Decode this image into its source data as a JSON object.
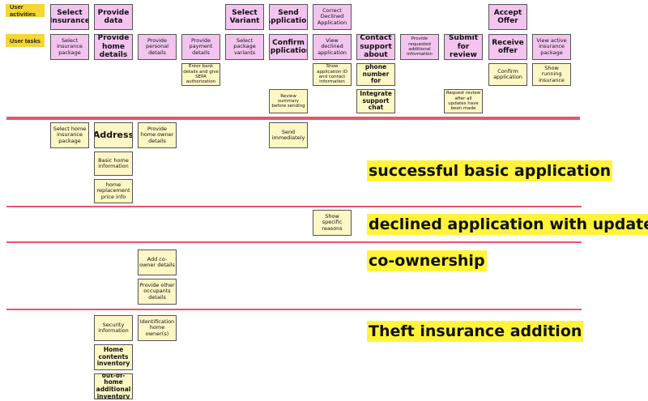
{
  "labels": {
    "user_activities": "User activities",
    "user_tasks": "User tasks"
  },
  "activities": {
    "select_insurance": "Select Insurance",
    "provide_data": "Provide data",
    "select_variant": "Select Variant",
    "send_application": "Send Application",
    "correct_declined": "Correct Declined Application",
    "accept_offer": "Accept Offer"
  },
  "tasks": {
    "select_package": "Select insurance package",
    "provide_home_details": "Provide home details",
    "provide_personal": "Provide personal details",
    "provide_payment": "Provide payment details",
    "select_package_variants": "Select package variants",
    "confirm_application": "Confirm application",
    "view_declined": "View declined application",
    "contact_support": "Contact support about",
    "provide_requested": "Provide requested additional information",
    "submit_review": "Submit for review",
    "receive_offer": "Receive offer",
    "view_active": "View active insurance package"
  },
  "subtasks": {
    "bank_details": "Enter bank details and give SEPA authorization",
    "show_app_id": "Show application ID and contact information",
    "show_phone": "Show phone number for support",
    "integrate_chat": "Integrate support chat",
    "review_summary": "Review summary before sending",
    "request_review": "Request review after all updates have been made",
    "confirm_app": "Confirm application",
    "show_running": "Show running insurance"
  },
  "releases": {
    "select_home_package": "Select home insurance package",
    "address": "Address",
    "provide_home_owner": "Provide home owner details",
    "send_immediately": "Send immediately",
    "basic_home_info": "Basic home information",
    "home_replacement": "home replacement price info",
    "show_specific": "Show specific reasons",
    "add_co_owner": "Add co-owner details",
    "other_occupants": "Provide other occupants details",
    "security_info": "Security information",
    "id_home_owner": "Identification home owner(s)",
    "home_contents": "Home contents inventory",
    "out_of_home": "out-of-home additional inventory"
  },
  "slices": {
    "basic": "successful basic application",
    "declined": "declined application with update",
    "co_ownership": "co-ownership",
    "theft": "Theft insurance addition"
  }
}
